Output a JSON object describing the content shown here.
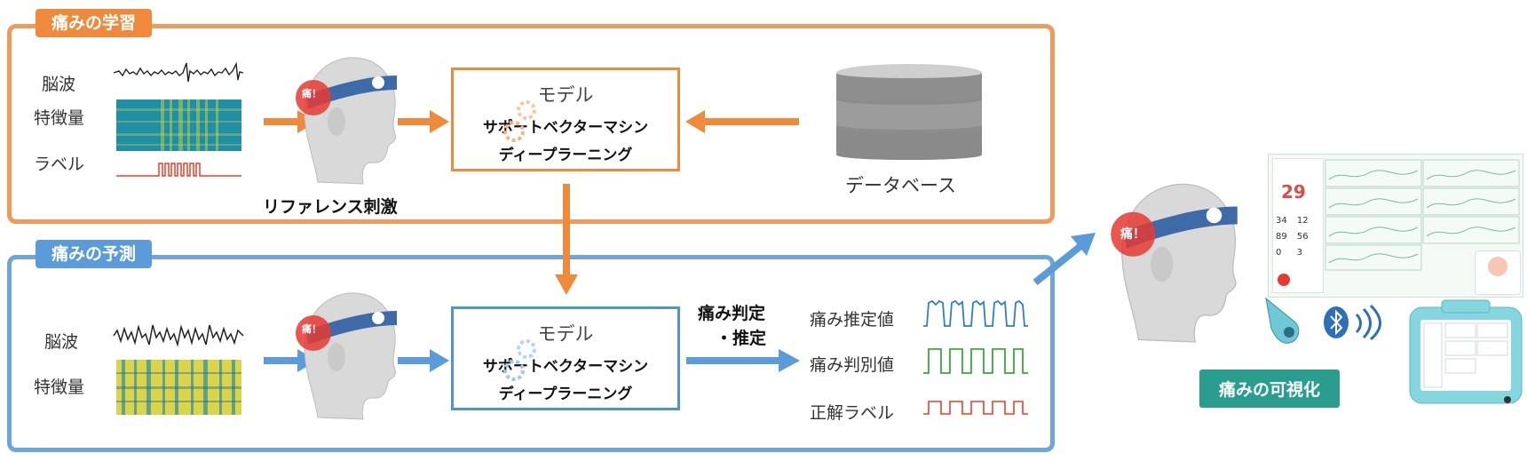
{
  "learning": {
    "tag": "痛みの学習",
    "signals": [
      "脳波",
      "特徴量",
      "ラベル"
    ],
    "stimulus": "リファレンス刺激",
    "head_badge": "痛！",
    "model": {
      "title": "モデル",
      "line1": "サポートベクターマシン",
      "line2": "ディープラーニング"
    },
    "database": "データベース"
  },
  "prediction": {
    "tag": "痛みの予測",
    "signals": [
      "脳波",
      "特徴量"
    ],
    "head_badge": "痛！",
    "model": {
      "title": "モデル",
      "line1": "サポートベクターマシン",
      "line2": "ディープラーニング"
    },
    "judge_line1": "痛み判定",
    "judge_line2": "・推定",
    "outputs": [
      "痛み推定値",
      "痛み判別値",
      "正解ラベル"
    ]
  },
  "visualization": {
    "tag": "痛みの可視化",
    "head_badge": "痛！",
    "screen_number": "29",
    "screen_values": [
      "34",
      "12",
      "89",
      "56",
      "0",
      "3"
    ]
  },
  "colors": {
    "orange": "#ef8a3c",
    "blue": "#5b9bd9",
    "teal": "#2a9d8f"
  }
}
